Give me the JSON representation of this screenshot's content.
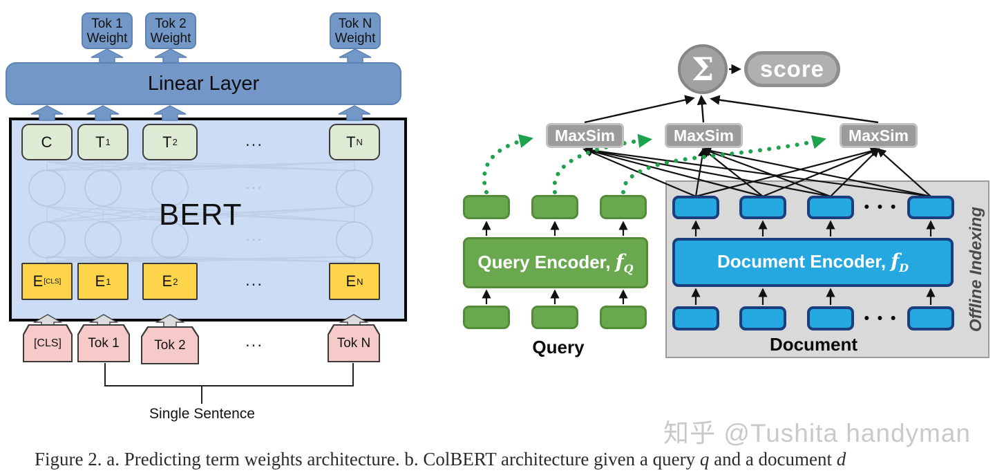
{
  "caption": {
    "prefix": "Figure 2. a. Predicting term weights architecture. b. ColBERT architecture given a query ",
    "q": "q",
    "mid": " and a document ",
    "d": "d"
  },
  "watermark": "知乎 @Tushita handyman",
  "left": {
    "weight_boxes": [
      {
        "l1": "Tok 1",
        "l2": "Weight"
      },
      {
        "l1": "Tok 2",
        "l2": "Weight"
      },
      {
        "l1": "Tok N",
        "l2": "Weight"
      }
    ],
    "linear_layer": "Linear Layer",
    "bert": "BERT",
    "ellipsis": "...",
    "outputs": [
      {
        "b": "C",
        "s": ""
      },
      {
        "b": "T",
        "s": "1"
      },
      {
        "b": "T",
        "s": "2"
      },
      {
        "b": "T",
        "s": "N"
      }
    ],
    "embeddings": [
      {
        "b": "E",
        "s": "[CLS]"
      },
      {
        "b": "E",
        "s": "1"
      },
      {
        "b": "E",
        "s": "2"
      },
      {
        "b": "E",
        "s": "N"
      }
    ],
    "inputs": [
      "[CLS]",
      "Tok 1",
      "Tok 2",
      "Tok N"
    ],
    "sentence_label": "Single Sentence"
  },
  "right": {
    "sum": "Σ",
    "score": "score",
    "maxsim": [
      "MaxSim",
      "MaxSim",
      "MaxSim"
    ],
    "query": {
      "encoder": "Query Encoder,",
      "f": "f",
      "fsub": "Q",
      "label": "Query"
    },
    "doc": {
      "encoder": "Document Encoder,",
      "f": "f",
      "fsub": "D",
      "label": "Document",
      "offline": "Offline Indexing",
      "dots": "• • •"
    }
  },
  "colors": {
    "left_blue": "#7397c6",
    "bert_bg": "#cbdcf4",
    "pale_green": "#dfead5",
    "yellow": "#fdd44a",
    "pink": "#f6cac8",
    "doc_blue": "#25a8e0",
    "navy_border": "#1b3f7e",
    "query_green": "#6aa84f",
    "gray_node": "#9b9b9b",
    "panel_gray": "#d9d9d9",
    "dotted_green": "#1fa24d"
  }
}
